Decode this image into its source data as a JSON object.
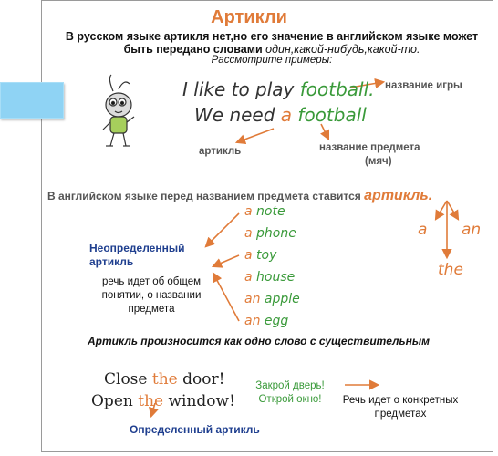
{
  "title": "Артикли",
  "intro": {
    "line1": "В русском языке артикля нет,но его значение в английском языке может",
    "line2_prefix": "быть передано словами",
    "line2_words": "один,какой-нибудь,какой-то.",
    "consider": "Рассмотрите примеры:"
  },
  "examples": {
    "s1_pre": "I like to play ",
    "s1_word": "football.",
    "s2_pre": "We need ",
    "s2_article": "a ",
    "s2_word": "football",
    "label_game": "название игры",
    "label_article": "артикль",
    "label_object_1": "название предмета",
    "label_object_2": "(мяч)"
  },
  "statement": {
    "text": "В английском языке перед названием предмета ставится",
    "keyword": "артикль."
  },
  "articles_tree": {
    "a": "a",
    "an": "an",
    "the": "the"
  },
  "noun_list": [
    {
      "article": "a",
      "word": "note"
    },
    {
      "article": "a",
      "word": "phone"
    },
    {
      "article": "a",
      "word": "toy"
    },
    {
      "article": "a",
      "word": "house"
    },
    {
      "article": "an",
      "word": "apple"
    },
    {
      "article": "an",
      "word": "egg"
    }
  ],
  "indefinite": {
    "label_1": "Неопределенный",
    "label_2": "артикль",
    "desc": "речь идет об общем понятии, о названии предмета"
  },
  "pronounce": "Артикль произносится как одно слово с существительным",
  "definite_examples": {
    "l1_pre": "Close ",
    "l1_the": "the",
    "l1_post": " door!",
    "l2_pre": "Open ",
    "l2_the": "the",
    "l2_post": " window!",
    "ru_1": "Закрой дверь!",
    "ru_2": "Открой окно!",
    "specific_desc": "Речь идет о конкретных предметах",
    "definite_label": "Определенный артикль"
  },
  "colors": {
    "orange": "#e07b39",
    "green": "#3a9a3a",
    "blue": "#1f3f8f",
    "grey": "#555555"
  },
  "icons": [
    "cartoon-creature-icon",
    "sticky-note-icon"
  ]
}
